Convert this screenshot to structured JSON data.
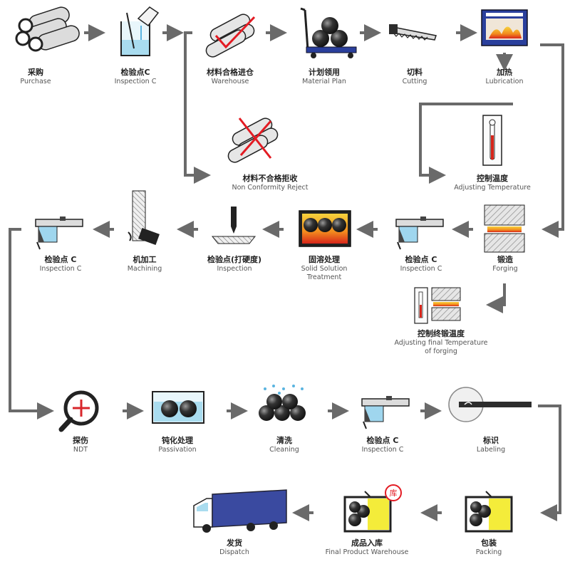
{
  "colors": {
    "arrow": "#6a6a6a",
    "steel_dark": "#222222",
    "steel_light": "#dcdcdc",
    "rod": "#2d2d2d",
    "reject": "#e31b23",
    "heat_orange": "#f28c1e",
    "heat_red": "#d8261b",
    "cyan_gauge": "#9fd6ee",
    "truck_blue": "#3a4aa0",
    "tag_yellow": "#f4ec3a",
    "glass": "#a9dcef",
    "water_drop": "#5ab4e0",
    "ndt_red": "#d8262b"
  },
  "nodes": [
    {
      "id": "purchase",
      "icon": "pipes-icon",
      "zh": "采购",
      "en": "Purchase"
    },
    {
      "id": "inspection-c-1",
      "icon": "beaker-icon",
      "zh": "检验点C",
      "en": "Inspection C"
    },
    {
      "id": "warehouse",
      "icon": "accepted-bars-icon",
      "zh": "材料合格进仓",
      "en": "Warehouse"
    },
    {
      "id": "material-plan",
      "icon": "cart-icon",
      "zh": "计划领用",
      "en": "Material Plan"
    },
    {
      "id": "cutting",
      "icon": "saw-icon",
      "zh": "切料",
      "en": "Cutting"
    },
    {
      "id": "lubrication",
      "icon": "furnace-icon",
      "zh": "加热",
      "en": "Lubrication"
    },
    {
      "id": "reject",
      "icon": "rejected-bars-icon",
      "zh": "材料不合格拒收",
      "en": "Non Conformity Reject"
    },
    {
      "id": "adjust-temp",
      "icon": "thermometer-icon",
      "zh": "控制温度",
      "en": "Adjusting Temperature"
    },
    {
      "id": "forging",
      "icon": "forging-die-icon",
      "zh": "锻造",
      "en": "Forging"
    },
    {
      "id": "inspection-c-2",
      "icon": "caliper-icon",
      "zh": "检验点 C",
      "en": "Inspection C"
    },
    {
      "id": "solid-solution",
      "icon": "heat-treatment-icon",
      "zh": "固溶处理",
      "en": "Solid Solution Treatment"
    },
    {
      "id": "hardness",
      "icon": "hardness-tester-icon",
      "zh": "检验点(打硬度)",
      "en": "Inspection"
    },
    {
      "id": "machining",
      "icon": "drill-icon",
      "zh": "机加工",
      "en": "Machining"
    },
    {
      "id": "inspection-c-3",
      "icon": "caliper-icon",
      "zh": "检验点 C",
      "en": "Inspection C"
    },
    {
      "id": "adjust-final-temp",
      "icon": "thermometer-die-icon",
      "zh": "控制终锻温度",
      "en": "Adjusting final Temperature of forging"
    },
    {
      "id": "ndt",
      "icon": "magnifier-icon",
      "zh": "探伤",
      "en": "NDT"
    },
    {
      "id": "passivation",
      "icon": "passivation-tank-icon",
      "zh": "钝化处理",
      "en": "Passivation"
    },
    {
      "id": "cleaning",
      "icon": "cleaning-bars-icon",
      "zh": "清洗",
      "en": "Cleaning"
    },
    {
      "id": "inspection-c-4",
      "icon": "caliper-icon",
      "zh": "检验点 C",
      "en": "Inspection C"
    },
    {
      "id": "labeling",
      "icon": "labeled-rod-icon",
      "zh": "标识",
      "en": "Labeling"
    },
    {
      "id": "packing",
      "icon": "crate-icon",
      "zh": "包装",
      "en": "Packing"
    },
    {
      "id": "final-warehouse",
      "icon": "stamped-crate-icon",
      "zh": "成品入库",
      "en": "Final Product Warehouse"
    },
    {
      "id": "dispatch",
      "icon": "truck-icon",
      "zh": "发货",
      "en": "Dispatch"
    }
  ],
  "stamp_char": "库"
}
